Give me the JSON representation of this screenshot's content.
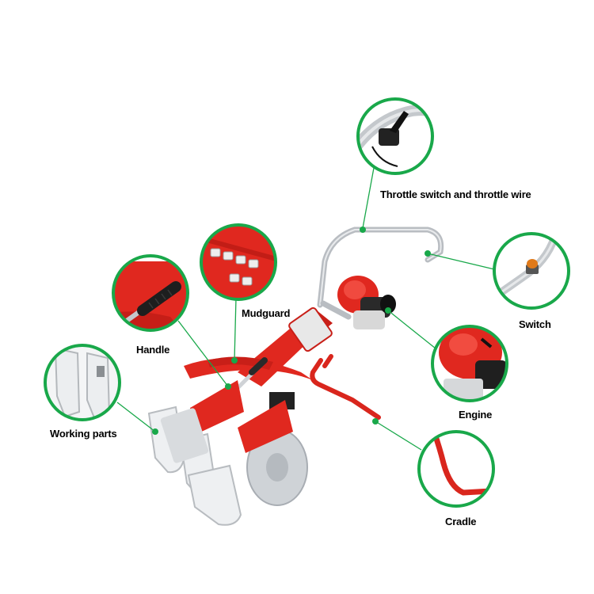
{
  "colors": {
    "accent_green": "#19a84a",
    "machine_red": "#e0281f",
    "steel": "#c9ccd0"
  },
  "callouts": [
    {
      "id": "throttle",
      "label": "Throttle switch and throttle wire",
      "icon": "throttle-switch-icon"
    },
    {
      "id": "switch",
      "label": "Switch",
      "icon": "switch-icon"
    },
    {
      "id": "engine",
      "label": "Engine",
      "icon": "engine-icon"
    },
    {
      "id": "cradle",
      "label": "Cradle",
      "icon": "cradle-icon"
    },
    {
      "id": "mudguard",
      "label": "Mudguard",
      "icon": "mudguard-icon"
    },
    {
      "id": "handle",
      "label": "Handle",
      "icon": "handle-icon"
    },
    {
      "id": "working",
      "label": "Working parts",
      "icon": "working-parts-icon"
    }
  ]
}
